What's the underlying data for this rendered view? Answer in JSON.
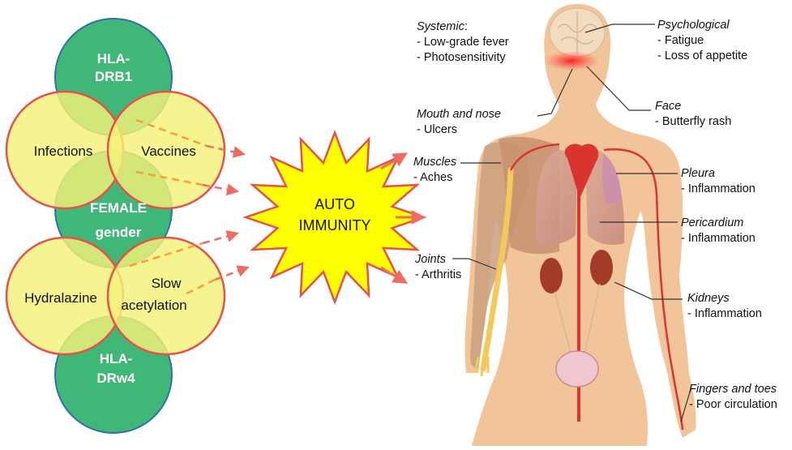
{
  "venn": {
    "hla_drb1": [
      "HLA-",
      "DRB1"
    ],
    "infections": "Infections",
    "vaccines": "Vaccines",
    "female_gender": [
      "FEMALE",
      "gender"
    ],
    "hydralazine": "Hydralazine",
    "slow_acetylation": [
      "Slow",
      "acetylation"
    ],
    "hla_drw4": [
      "HLA-",
      "DRw4"
    ]
  },
  "burst": {
    "line1": "AUTO",
    "line2": "IMMUNITY"
  },
  "symptoms": [
    {
      "title": "Systemic",
      "colon": ":",
      "items": [
        "- Low-grade fever",
        "- Photosensitivity"
      ]
    },
    {
      "title": "Psychological",
      "colon": "",
      "items": [
        "- Fatigue",
        "- Loss of appetite"
      ]
    },
    {
      "title": "Mouth and nose",
      "colon": "",
      "items": [
        "- Ulcers"
      ]
    },
    {
      "title": "Face",
      "colon": "",
      "items": [
        "- Butterfly rash"
      ]
    },
    {
      "title": "Muscles",
      "colon": "",
      "items": [
        "- Aches"
      ]
    },
    {
      "title": "Pleura",
      "colon": "",
      "items": [
        "- Inflammation"
      ]
    },
    {
      "title": "Pericardium",
      "colon": "",
      "items": [
        "- Inflammation"
      ]
    },
    {
      "title": "Joints",
      "colon": "",
      "items": [
        "- Arthritis"
      ]
    },
    {
      "title": "Kidneys",
      "colon": "",
      "items": [
        "- Inflammation"
      ]
    },
    {
      "title": "Fingers and toes",
      "colon": "",
      "items": [
        "- Poor circulation"
      ]
    }
  ],
  "colors": {
    "green": "#3fb777",
    "yellow": "#f4f279",
    "circle_stroke": "#e8504a",
    "arrow": "#ef6b62",
    "dashed": "#f2a03a",
    "burst_fill": "#ffff00",
    "skin": "#f2c49a"
  }
}
